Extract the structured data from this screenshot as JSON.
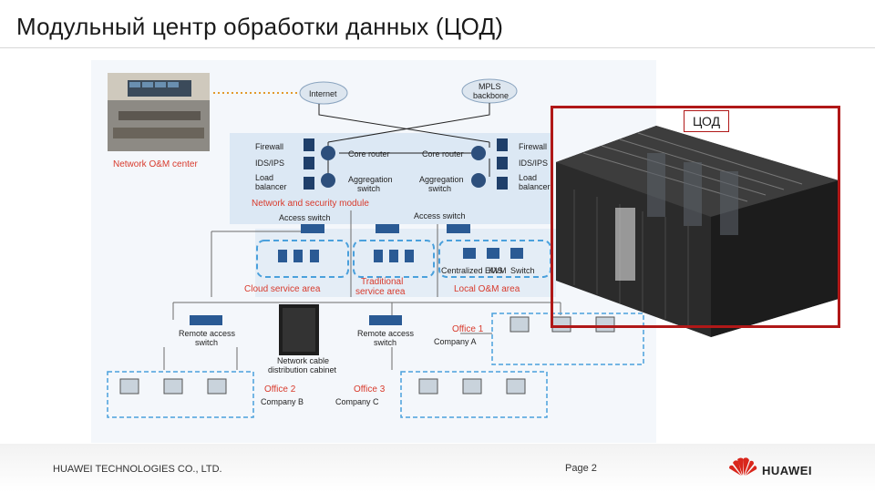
{
  "slide": {
    "title": "Модульный центр обработки данных (ЦОД)"
  },
  "diagram": {
    "internet": "Internet",
    "mpls_line1": "MPLS",
    "mpls_line2": "backbone",
    "om_center": "Network O&M center",
    "firewall_left": "Firewall",
    "firewall_right": "Firewall",
    "idsips_left": "IDS/IPS",
    "idsips_right": "IDS/IPS",
    "lb_left_1": "Load",
    "lb_left_2": "balancer",
    "lb_right_1": "Load",
    "lb_right_2": "balancer",
    "core_router_left": "Core router",
    "core_router_right": "Core router",
    "agg_left_1": "Aggregation",
    "agg_left_2": "switch",
    "agg_right_1": "Aggregation",
    "agg_right_2": "switch",
    "netsec_module": "Network and security module",
    "access_switch_left": "Access switch",
    "access_switch_right": "Access switch",
    "ems": "Centralized EMS",
    "kvm": "KVM",
    "switch": "Switch",
    "cloud_area": "Cloud service area",
    "traditional_1": "Traditional",
    "traditional_2": "service area",
    "local_om": "Local O&M area",
    "remote_left_1": "Remote access",
    "remote_left_2": "switch",
    "remote_right_1": "Remote access",
    "remote_right_2": "switch",
    "cabinet_1": "Network cable",
    "cabinet_2": "distribution cabinet",
    "office1": "Office 1",
    "company_a": "Company A",
    "office2": "Office 2",
    "company_b": "Company B",
    "office3": "Office 3",
    "company_c": "Company C"
  },
  "callout": {
    "label": "ЦОД"
  },
  "footer": {
    "company": "HUAWEI TECHNOLOGIES CO., LTD.",
    "page": "Page 2",
    "brand": "HUAWEI"
  },
  "colors": {
    "accent_red": "#b01818",
    "label_red": "#d83a2c",
    "label_blue": "#2a64a8",
    "zone_dash": "#4aa0dc"
  }
}
